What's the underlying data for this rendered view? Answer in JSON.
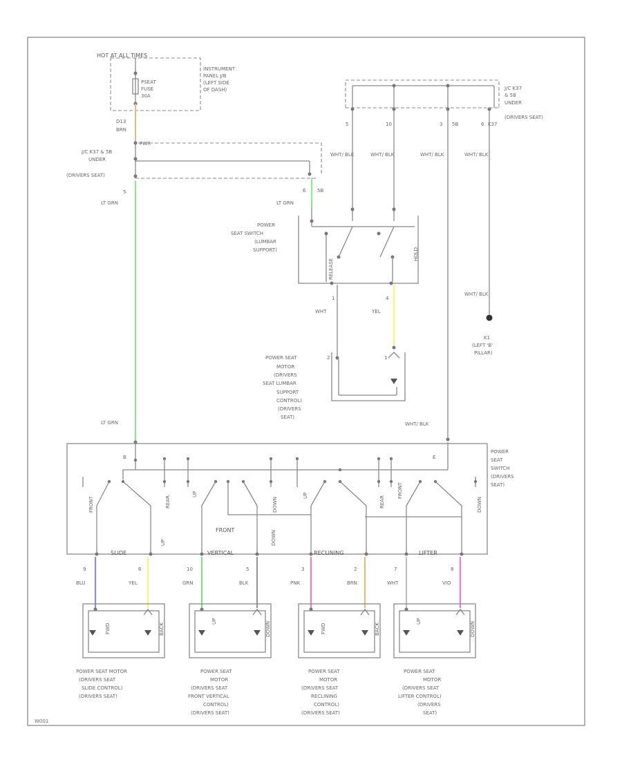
{
  "wire_colors": {
    "lt_grn": "#80f080",
    "grn": "#80e080",
    "yel": "#f6f67a",
    "blu": "#8a8af8",
    "pnk": "#f47ab0",
    "brn": "#e8b878",
    "vio": "#e878e8",
    "frame": "#888888"
  },
  "fuse": {
    "hot_label": "HOT AT ALL TIMES",
    "name": "PSEAT",
    "sub": "FUSE",
    "rating": "30A",
    "location": [
      "INSTRUMENT",
      "PANEL J/B",
      "(LEFT SIDE",
      "OF DASH)"
    ]
  },
  "jc_left": {
    "connector_id": "D13",
    "wire_color_top": "BRN",
    "pin": "PWR",
    "label": [
      "J/C K37 & 5B",
      "UNDER",
      "(DRIVERS SEAT)"
    ]
  },
  "jc_right": {
    "label": [
      "J/C K37",
      "& 5B",
      "UNDER",
      "(DRIVERS SEAT)"
    ],
    "pins": [
      "5",
      "10",
      "3",
      "5B",
      "6",
      "K37"
    ],
    "wire_label": "WHT/ BLK"
  },
  "wires": {
    "left_pin": "5",
    "left_color": "LT GRN",
    "lumbar_pin": "6",
    "lumbar_sub": "5B",
    "lumbar_color": "LT GRN",
    "motor_wire_left_pin": "1",
    "motor_wire_left_color": "WHT",
    "motor_wire_right_pin": "4",
    "motor_wire_right_color": "YEL",
    "lower_color": "LT GRN",
    "ground_wire": "WHT/ BLK",
    "main_ground_label": "WHT/ BLK"
  },
  "ground": {
    "id": "K1",
    "label": [
      "(LEFT 'B'",
      "PILLAR)"
    ]
  },
  "lumbar_switch": {
    "label": [
      "POWER",
      "SEAT SWITCH",
      "(LUMBAR",
      "SUPPORT)"
    ],
    "contacts": [
      "RELEASE",
      "HOLD"
    ]
  },
  "lumbar_motor": {
    "label": [
      "POWER SEAT",
      "MOTOR",
      "(DRIVERS",
      "SEAT LUMBAR",
      "SUPPORT",
      "CONTROL)",
      "(DRIVERS",
      "SEAT)"
    ],
    "pin_a": "2",
    "pin_b": "1"
  },
  "main_switch": {
    "label": [
      "POWER",
      "SEAT",
      "SWITCH",
      "(DRIVERS",
      "SEAT)"
    ],
    "pin_left": "B",
    "pin_right": "E",
    "contacts": [
      "FRONT",
      "REAR",
      "UP",
      "DOWN",
      "UP",
      "REAR",
      "FRONT",
      "DOWN",
      "UP",
      "DOWN"
    ],
    "front_label": "FRONT",
    "sections": [
      "SLIDE",
      "VERTICAL",
      "RECLINING",
      "LIFTER"
    ]
  },
  "motor_wires": [
    {
      "pin": "9",
      "color": "BLU"
    },
    {
      "pin": "6",
      "color": "YEL"
    },
    {
      "pin": "10",
      "color": "GRN"
    },
    {
      "pin": "5",
      "color": "BLK"
    },
    {
      "pin": "3",
      "color": "PNK"
    },
    {
      "pin": "2",
      "color": "BRN"
    },
    {
      "pin": "7",
      "color": "WHT"
    },
    {
      "pin": "8",
      "color": "VIO"
    }
  ],
  "motors": [
    {
      "label": [
        "POWER SEAT MOTOR",
        "(DRIVERS SEAT",
        "SLIDE CONTROL)",
        "(DRIVERS SEAT)"
      ],
      "dir_a": "FWD",
      "dir_b": "BACK"
    },
    {
      "label": [
        "POWER SEAT",
        "MOTOR",
        "(DRIVERS SEAT",
        "FRONT VERTICAL",
        "CONTROL)",
        "(DRIVERS SEAT)"
      ],
      "dir_a": "UP",
      "dir_b": "DOWN"
    },
    {
      "label": [
        "POWER SEAT",
        "MOTOR",
        "(DRIVERS SEAT",
        "RECLINING",
        "CONTROL)",
        "(DRIVERS SEAT)"
      ],
      "dir_a": "FWD",
      "dir_b": "BACK"
    },
    {
      "label": [
        "POWER SEAT",
        "MOTOR",
        "(DRIVERS SEAT",
        "LIFTER CONTROL)",
        "(DRIVERS",
        "SEAT)"
      ],
      "dir_a": "UP",
      "dir_b": "DOWN"
    }
  ],
  "diagram_id": "W001"
}
